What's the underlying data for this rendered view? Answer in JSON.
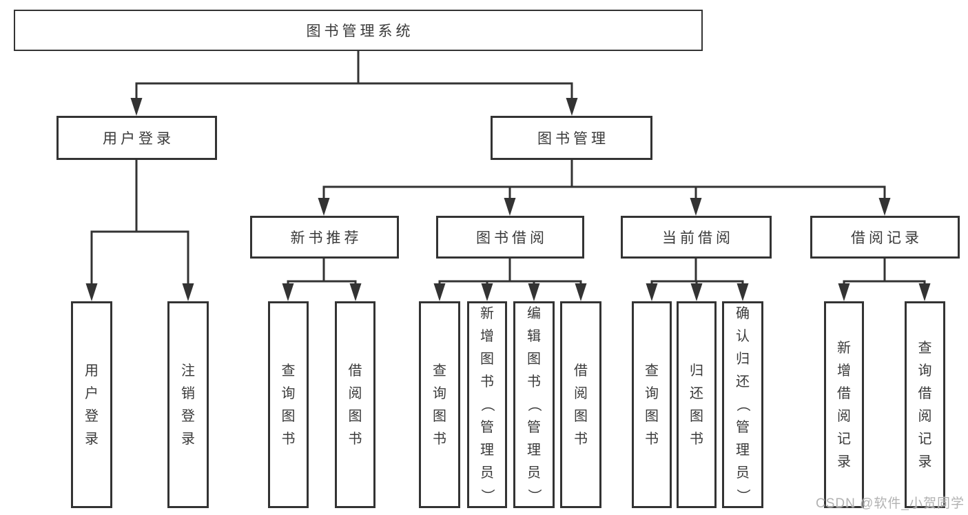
{
  "nodes": {
    "root": "图书管理系统",
    "userLogin": "用户登录",
    "bookManagement": "图书管理",
    "newBookRecommend": "新书推荐",
    "bookBorrowing": "图书借阅",
    "currentBorrowing": "当前借阅",
    "borrowingRecords": "借阅记录",
    "leafUserLogin": "用户登录",
    "leafLogoutLogin": "注销登录",
    "nbQueryBooks": "查询图书",
    "nbBorrowBooks": "借阅图书",
    "bbQueryBooks": "查询图书",
    "bbAddBooksAdmin": "新增图书（管理员）",
    "bbEditBooksAdmin": "编辑图书（管理员）",
    "bbBorrowBooks": "借阅图书",
    "cbQueryBooks": "查询图书",
    "cbReturnBooks": "归还图书",
    "cbConfirmReturnAdmin": "确认归还（管理员）",
    "brAddBorrowRecord": "新增借阅记录",
    "brQueryBorrowRecord": "查询借阅记录"
  },
  "watermark": "CSDN @软件_小贺同学",
  "colors": {
    "line": "#333333",
    "text": "#3a3a3a",
    "background": "#ffffff",
    "watermark": "#aaaaaa"
  }
}
